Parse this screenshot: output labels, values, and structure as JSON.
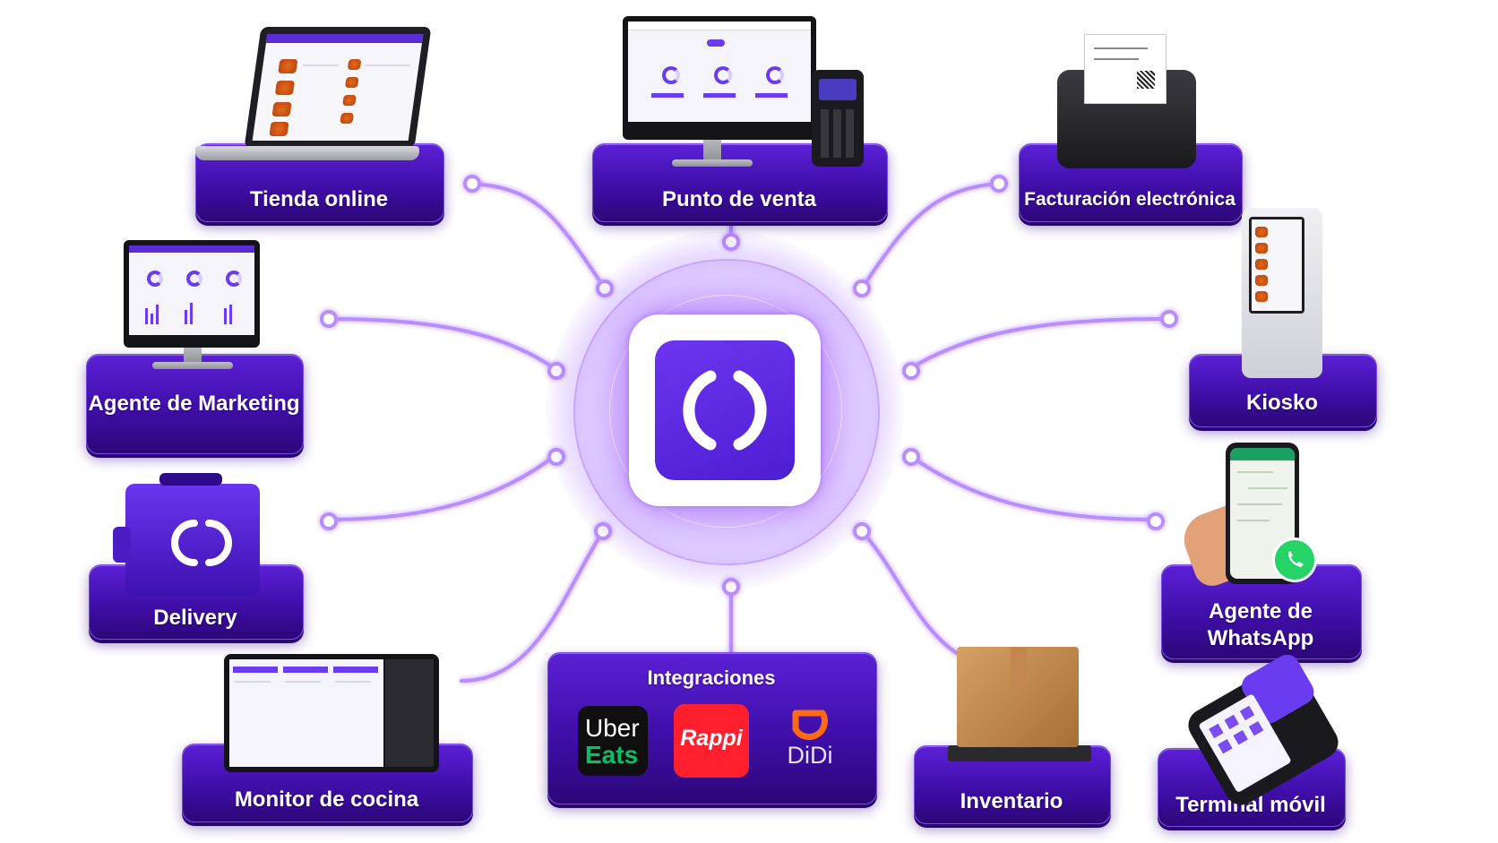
{
  "hub": {
    "logo_icon": "parentheses-logo-icon",
    "accent": "#5b2cd6"
  },
  "nodes": {
    "tienda_online": "Tienda online",
    "punto_de_venta": "Punto de venta",
    "facturacion": "Facturación electrónica",
    "agente_marketing": "Agente de Marketing",
    "kiosko": "Kiosko",
    "delivery": "Delivery",
    "agente_whatsapp": "Agente de WhatsApp",
    "monitor_cocina": "Monitor de cocina",
    "integraciones": "Integraciones",
    "inventario": "Inventario",
    "terminal_movil": "Terminal móvil"
  },
  "integrations": {
    "uber_line1": "Uber",
    "uber_line2": "Eats",
    "rappi": "Rappi",
    "didi": "DiDi"
  },
  "colors": {
    "box": "#3f0ea8",
    "wire": "#b98cff",
    "uber_bg": "#0f0f0f",
    "uber_green": "#06c167",
    "rappi_bg": "#ff1f2d",
    "didi_orange": "#fc6a17"
  }
}
